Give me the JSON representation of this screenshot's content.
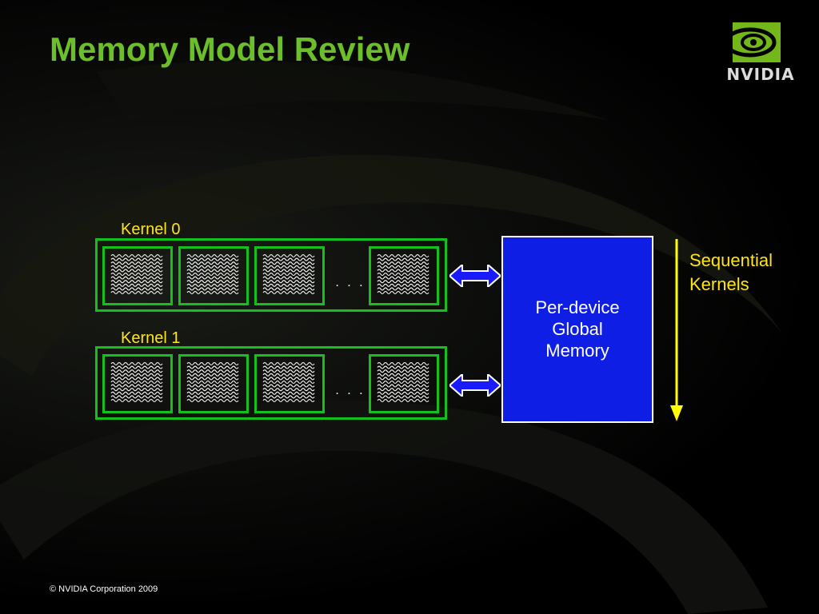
{
  "slide": {
    "title": "Memory Model Review",
    "logo_text": "NVIDIA",
    "copyright": "© NVIDIA Corporation 2009"
  },
  "kernels": [
    {
      "label": "Kernel 0",
      "ellipsis": ". . ."
    },
    {
      "label": "Kernel 1",
      "ellipsis": ". . ."
    }
  ],
  "memory": {
    "lines": [
      "Per-device",
      "Global",
      "Memory"
    ]
  },
  "sequence": {
    "lines": [
      "Sequential",
      "Kernels"
    ]
  },
  "colors": {
    "title": "#6cbf2b",
    "kernel_label": "#ffe619",
    "grid_border": "#16c01c",
    "memory_fill": "#0f1ee5",
    "arrow_blue": "#1a1aff",
    "sequence_arrow": "#ffff00"
  }
}
